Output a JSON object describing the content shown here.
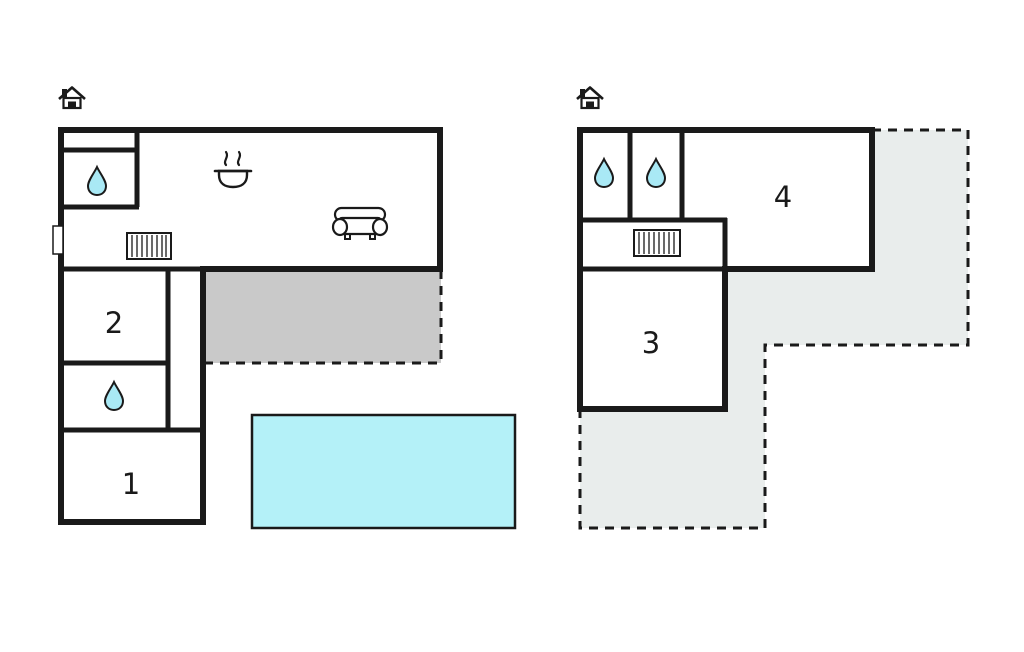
{
  "colors": {
    "wall": "#1a1a1a",
    "text": "#1a1a1a",
    "pool": "#b4f1f8",
    "water_drop": "#a9e9f5",
    "terrace_left": "#c9c9c9",
    "terrace_right": "#e9edec",
    "background": "#ffffff"
  },
  "floor_plans": {
    "left": {
      "rooms": [
        {
          "label": "1"
        },
        {
          "label": "2"
        }
      ],
      "icons": [
        "entrance-icon",
        "water-drop-icon",
        "water-drop-icon",
        "radiator-icon",
        "stove-icon",
        "sofa-icon",
        "window-marker"
      ],
      "areas": [
        "terrace",
        "pool"
      ]
    },
    "right": {
      "rooms": [
        {
          "label": "3"
        },
        {
          "label": "4"
        }
      ],
      "icons": [
        "entrance-icon",
        "water-drop-icon",
        "water-drop-icon",
        "radiator-icon"
      ],
      "areas": [
        "terrace"
      ]
    }
  }
}
